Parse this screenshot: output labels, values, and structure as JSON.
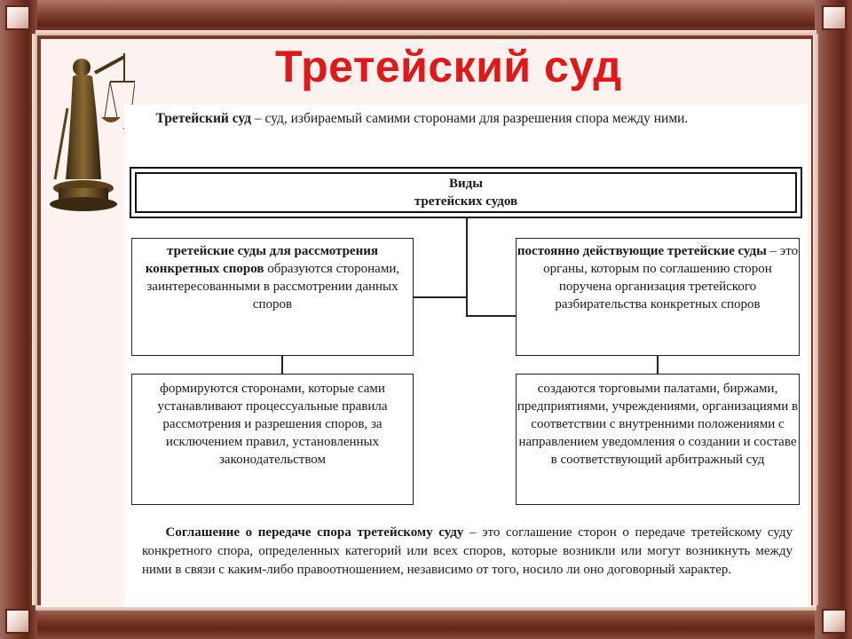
{
  "colors": {
    "frame": "#7a3b2a",
    "title": "#e01818",
    "slide_bg": "#fbf3ef"
  },
  "title": "Третейский суд",
  "statue_icon": "themis-statue-icon",
  "definition": {
    "term": "Третейский суд",
    "text": " – суд, избираемый самими сторонами для разрешения спора между ними."
  },
  "kinds": {
    "line1": "Виды",
    "line2": "третейских судов"
  },
  "left_top": {
    "bold": "третейские суды для рассмотрения конкретных споров",
    "text": " образуются сторонами, заинтересованными в рассмотрении данных споров"
  },
  "right_top": {
    "bold": "постоянно действующие третейские суды",
    "text": " – это органы, которым по соглашению сторон поручена организация третейского разбирательства конкретных споров"
  },
  "left_bottom": "формируются сторонами, которые сами устанавливают процессуальные правила рассмотрения и разрешения споров, за исключением правил, установленных законодательством",
  "right_bottom": "создаются торговыми палатами, биржами, предприятиями, учреждениями, организациями в соответствии с внутренними положениями с направлением уведомления о создании и составе в соответствующий арбитражный суд",
  "agreement": {
    "bold": "Соглашение о передаче спора третейскому суду",
    "text": " – это соглашение сторон о передаче третейскому суду конкретного спора, определенных категорий или всех споров, которые возникли или могут возникнуть между ними в связи с каким-либо правоотношением, независимо от того, носило ли оно договорный характер."
  }
}
